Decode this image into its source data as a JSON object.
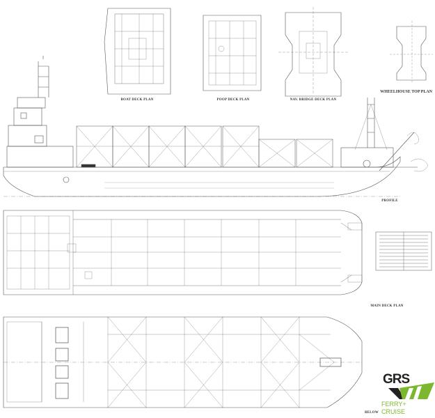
{
  "drawing": {
    "labels": {
      "boat_deck": "BOAT DECK PLAN",
      "poop_deck": "POOP DECK PLAN",
      "nav_bridge": "NAV. BRIDGE DECK PLAN",
      "wheelhouse_top": "WHEELHOUSE TOP PLAN",
      "profile": "PROFILE",
      "main_deck": "MAIN DECK PLAN",
      "below_deck": "BELOW"
    }
  },
  "logo": {
    "brand": "GRS",
    "line1": "FERRY+",
    "line2": "CRUISE",
    "accent": "#7cb82f"
  }
}
